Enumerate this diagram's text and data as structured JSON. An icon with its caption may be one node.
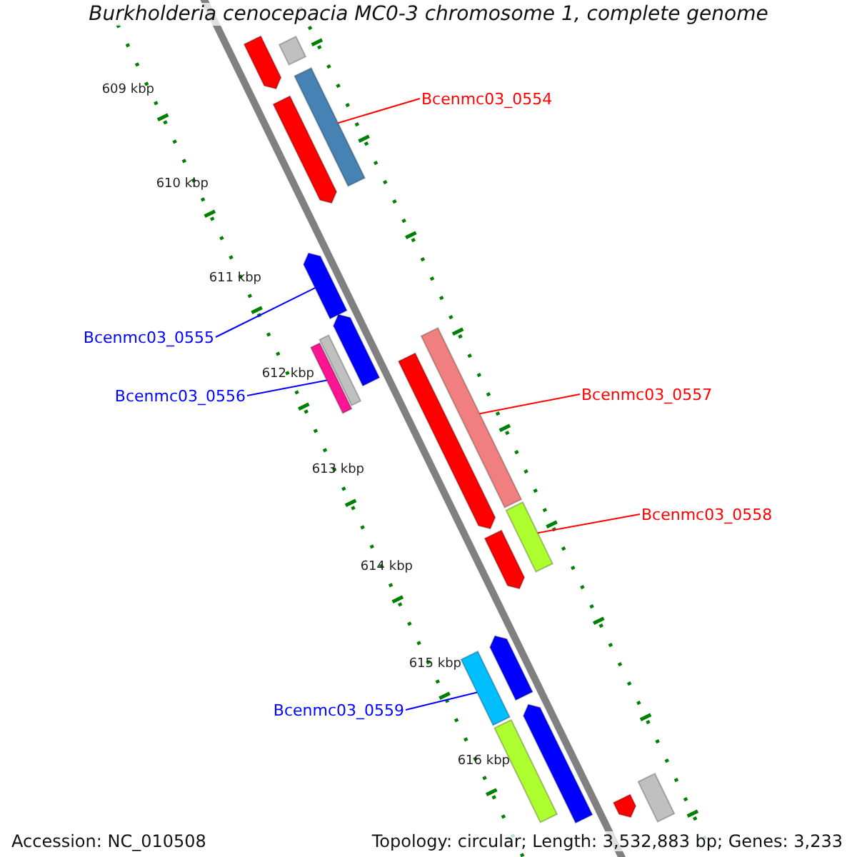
{
  "diagram": {
    "title": "Burkholderia cenocepacia MC0-3 chromosome 1, complete genome",
    "nodes": [
      {
        "text": [
          "Bcenmc03_0554"
        ]
      },
      {
        "text": [],
        "shape": "bar"
      },
      {
        "text": [
          "Bcenmc03_0555"
        ]
      },
      {
        "text": [],
        "shape": "bar"
      },
      {
        "text": [
          "Bcenmc03_0556"
        ]
      },
      {
        "text": [],
        "shape": "bar"
      },
      {
        "text": [
          "Bcenmc03_0557"
        ]
      },
      {
        "text": [],
        "shape": "bar"
      },
      {
        "text": [
          "Bcenmc03_0558"
        ]
      },
      {
        "text": [],
        "shape": "bar"
      },
      {
        "text": [
          "Bcenmc03_0559"
        ]
      },
      {
        "text": [],
        "shape": "bar"
      },
      {
        "text": [],
        "shape": "bar"
      },
      {
        "text": [],
        "shape": "bar"
      },
      {
        "text": [],
        "shape": "bar"
      },
      {
        "text": [],
        "shape": "bar"
      },
      {
        "text": [],
        "shape": "bar"
      },
      {
        "text": [],
        "shape": "bar"
      },
      {
        "text": [],
        "shape": "bar"
      },
      {
        "text": [],
        "shape": "bar"
      },
      {
        "text": [],
        "shape": "bar"
      },
      {
        "text": [],
        "shape": "bar"
      },
      {
        "text": [],
        "shape": "bar"
      },
      {
        "text": [],
        "shape": "bar"
      }
    ],
    "edges": [
      {
        "from": 0,
        "to": 1,
        "arrow": "none",
        "color": "#ff0000"
      },
      {
        "from": 2,
        "to": 3,
        "arrow": "none",
        "color": "#0000ff"
      },
      {
        "from": 4,
        "to": 5,
        "arrow": "none",
        "color": "#0000ff"
      },
      {
        "from": 6,
        "to": 7,
        "arrow": "none",
        "color": "#ff0000"
      },
      {
        "from": 8,
        "to": 9,
        "arrow": "none",
        "color": "#ff0000"
      },
      {
        "from": 10,
        "to": 11,
        "arrow": "none",
        "color": "#0000ff"
      }
    ],
    "labels": [
      "609 kbp",
      "610 kbp",
      "611 kbp",
      "612 kbp",
      "613 kbp",
      "614 kbp",
      "615 kbp",
      "616 kbp",
      "Accession: NC_010508",
      "Topology: circular; Length: 3,532,883 bp; Genes: 3,233"
    ]
  }
}
